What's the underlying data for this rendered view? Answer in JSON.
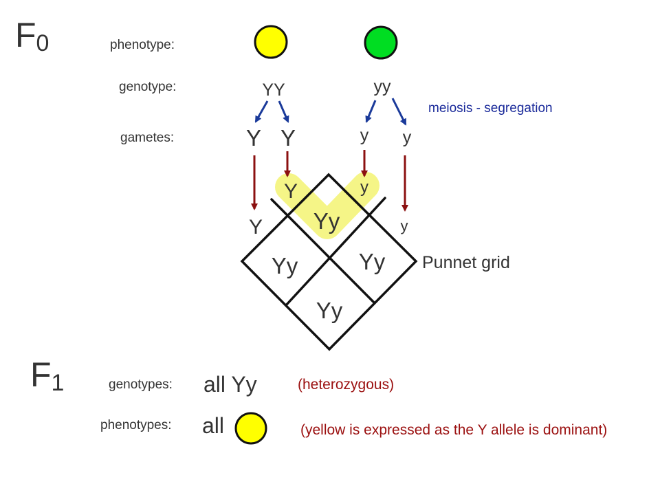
{
  "f0": {
    "letter": "F",
    "sub": "0"
  },
  "f1": {
    "letter": "F",
    "sub": "1"
  },
  "row_labels": {
    "phenotype": "phenotype:",
    "genotype": "genotype:",
    "gametes": "gametes:",
    "genotypes": "genotypes:",
    "phenotypes": "phenotypes:"
  },
  "parents": {
    "left": {
      "genotype": "YY",
      "gametes": [
        "Y",
        "Y"
      ],
      "color": "#ffff00"
    },
    "right": {
      "genotype": "yy",
      "gametes": [
        "y",
        "y"
      ],
      "color": "#00dd22"
    }
  },
  "meiosis_label": "meiosis - segregation",
  "grid": {
    "label": "Punnet grid",
    "top_left_allele": "Y",
    "top_right_allele": "y",
    "side_left_allele": "Y",
    "side_right_allele": "y",
    "cells": {
      "top": "Yy",
      "left": "Yy",
      "right": "Yy",
      "bottom": "Yy"
    }
  },
  "f1_result": {
    "genotypes_value": "all Yy",
    "genotypes_note": "(heterozygous)",
    "phenotypes_value": "all",
    "phenotypes_note": "(yellow is expressed as the Y allele is dominant)",
    "phenotype_color": "#ffff00"
  },
  "colors": {
    "blue_arrow": "#1a3a9a",
    "red_arrow": "#8b1010",
    "blue_text": "#1a2a9a",
    "red_text": "#9b1010",
    "highlight": "#f4f47a",
    "text": "#333333"
  }
}
